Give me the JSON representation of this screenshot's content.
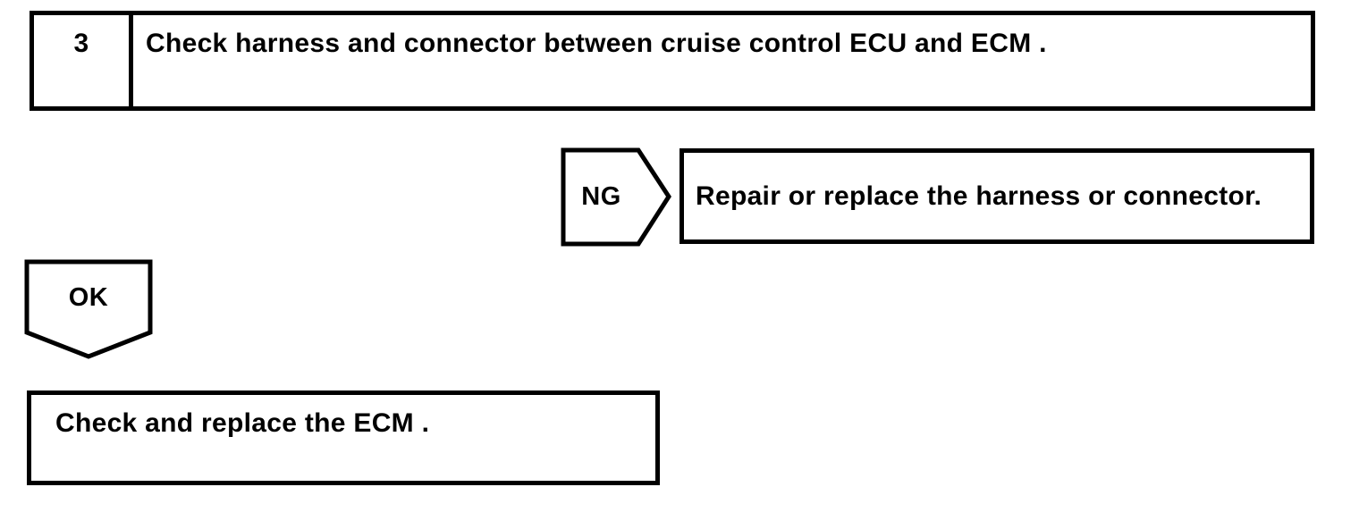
{
  "colors": {
    "ink": "#000000",
    "paper": "#ffffff"
  },
  "flowchart": {
    "step": {
      "number": "3",
      "instruction": "Check harness and connector between cruise control ECU and ECM ."
    },
    "ng_branch": {
      "label": "NG",
      "action": "Repair or replace the harness or connector."
    },
    "ok_branch": {
      "label": "OK",
      "action": "Check and replace the ECM ."
    }
  }
}
